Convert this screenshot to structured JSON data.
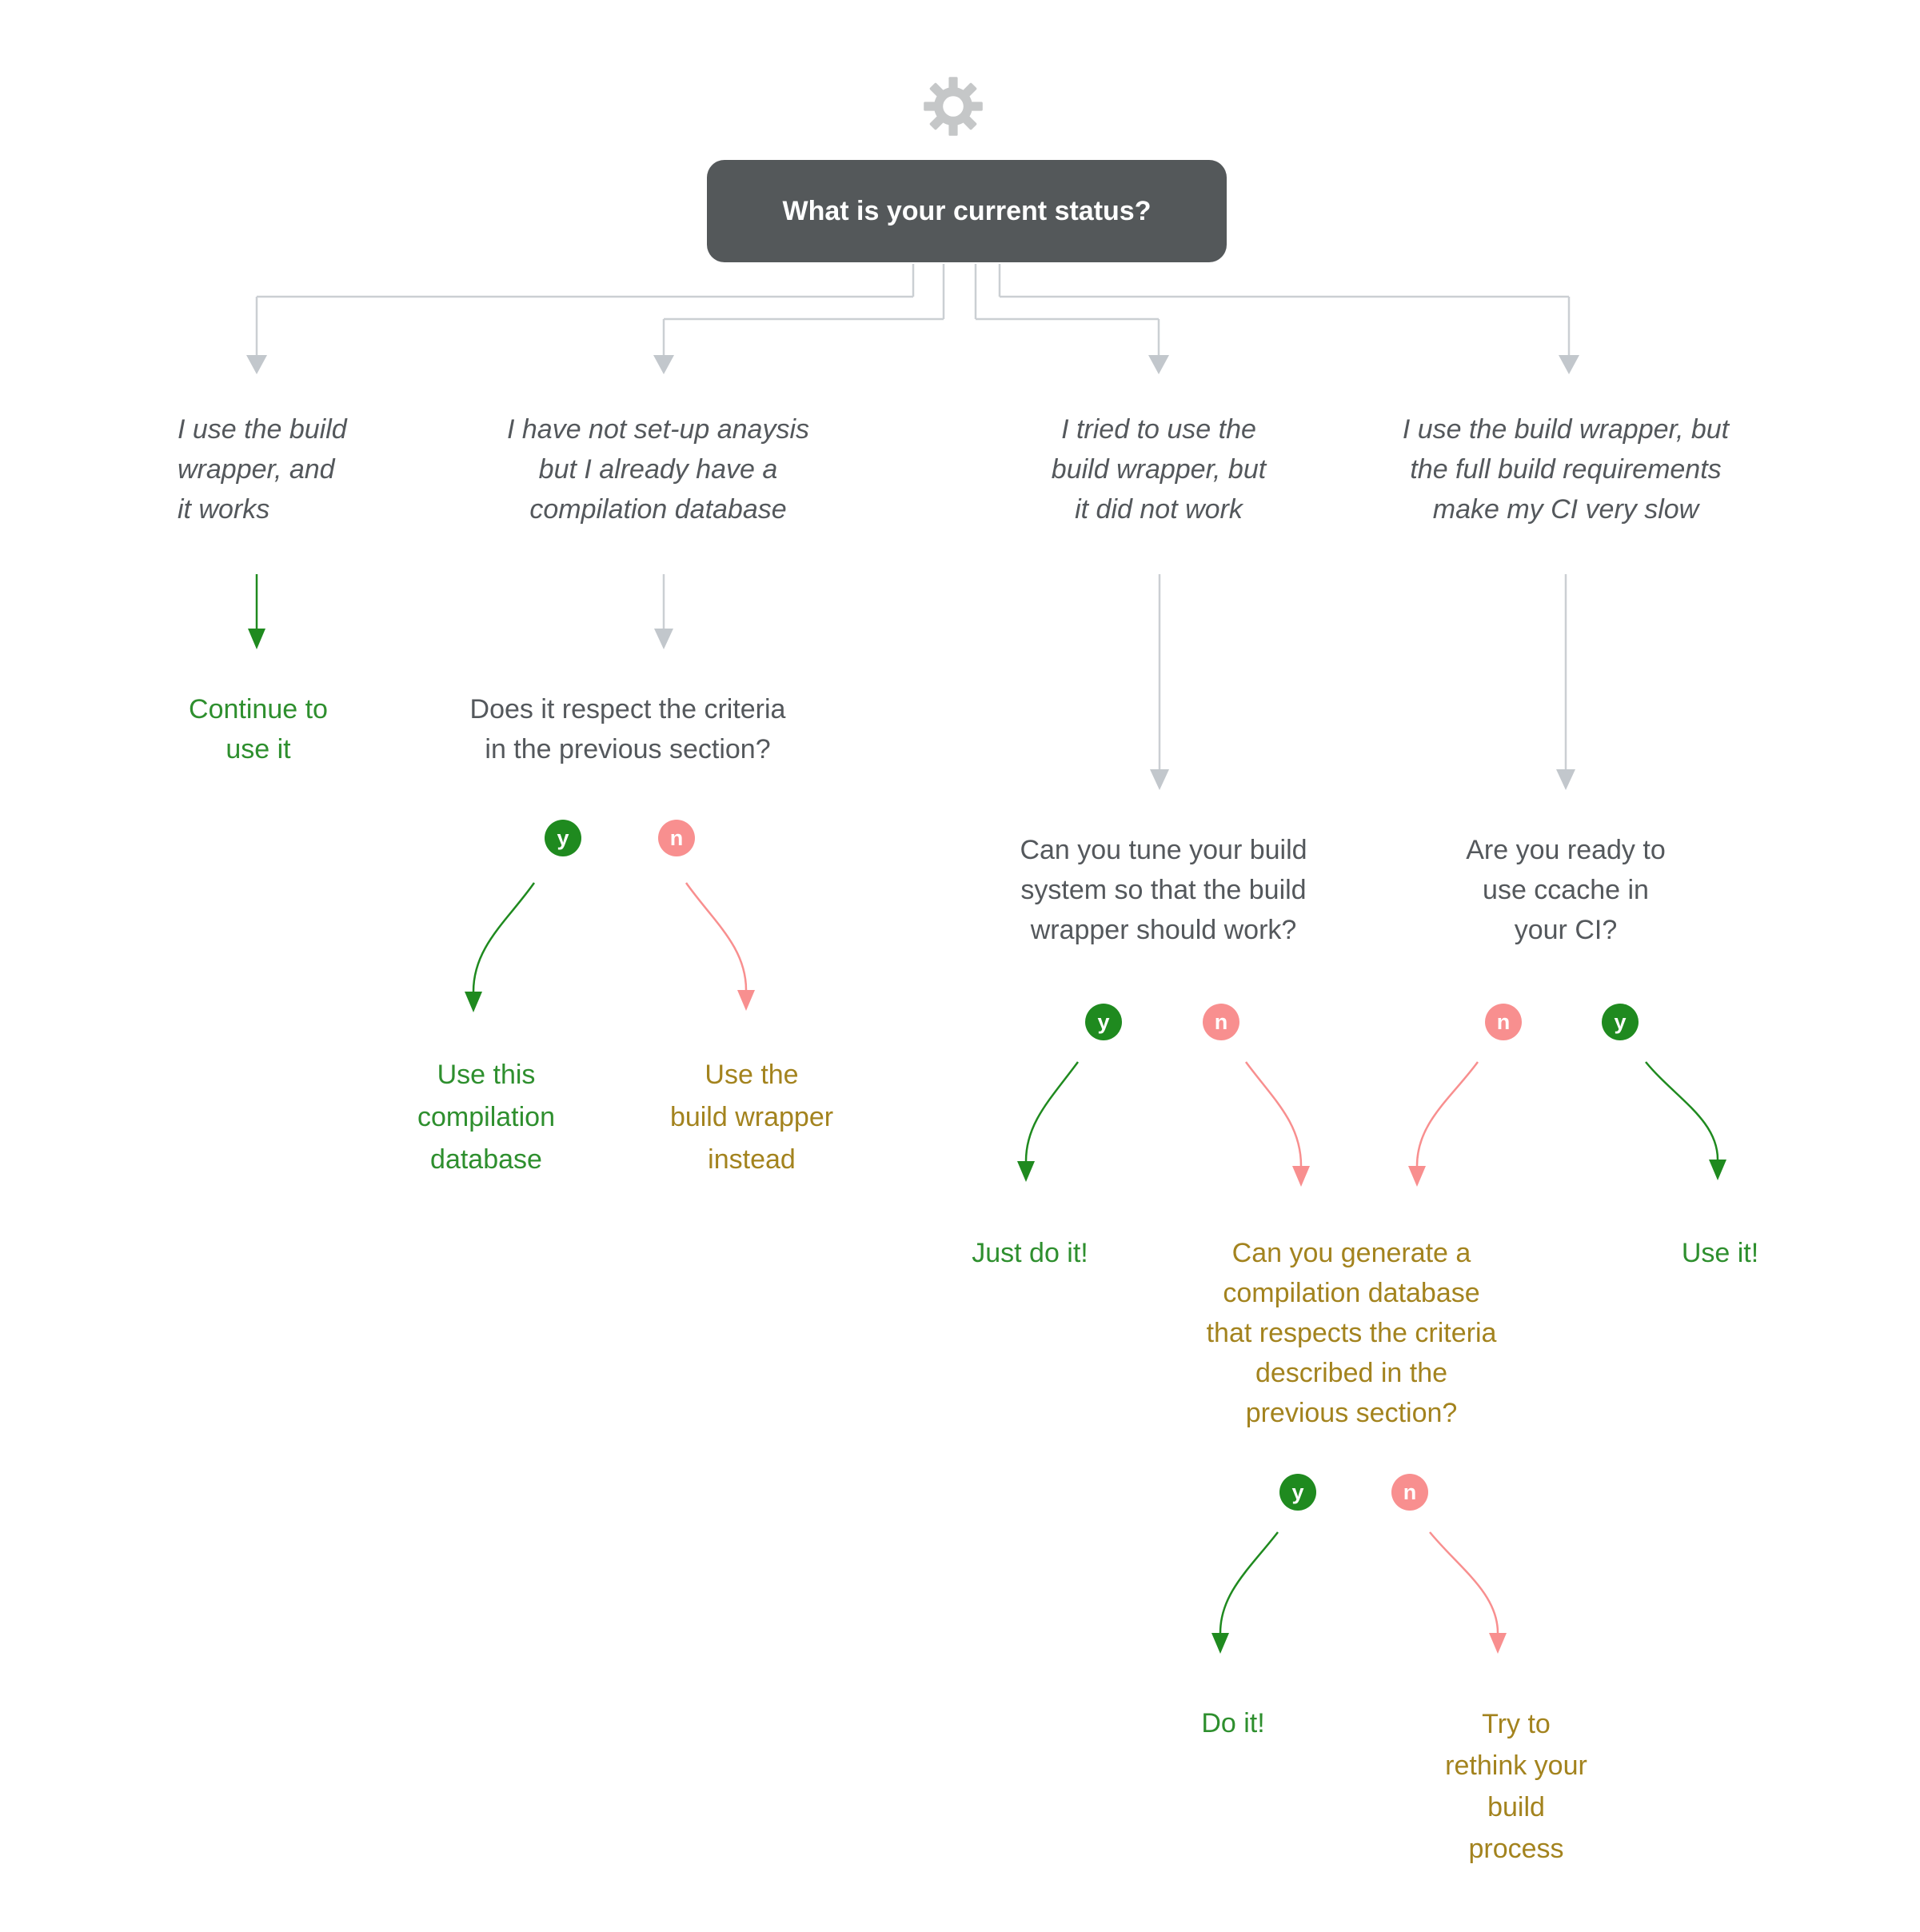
{
  "diagram": {
    "root_question": "What is your current status?",
    "badge_yes": "y",
    "badge_no": "n",
    "branches": {
      "b1": "I use the build\nwrapper, and\nit works",
      "b2": "I have not set-up anaysis\nbut I already have a\ncompilation database",
      "b3": "I tried to use the\nbuild wrapper, but\nit did not work",
      "b4": "I use the build wrapper, but\nthe full build requirements\nmake my CI very slow"
    },
    "nodes": {
      "continue": "Continue to\nuse it",
      "criteria_question": "Does it respect the criteria\nin the previous section?",
      "use_db": "Use this\ncompilation\ndatabase",
      "use_wrapper": "Use the\nbuild wrapper\ninstead",
      "tune_question": "Can you tune your build\nsystem so that the build\nwrapper should work?",
      "ccache_question": "Are you ready to\nuse ccache in\nyour CI?",
      "just_do_it": "Just do it!",
      "generate_question": "Can you generate a\ncompilation database\nthat respects the criteria\ndescribed in the\nprevious section?",
      "use_it": "Use it!",
      "do_it": "Do it!",
      "rethink": "Try to\nrethink your\nbuild\nprocess"
    }
  },
  "colors": {
    "green_badge": "#1f8a1f",
    "green_arrow": "#1f8a1f",
    "green_text": "#2e8f2e",
    "pink": "#f88f8f",
    "olive": "#a3831e",
    "text_dark": "#54585c",
    "line_gray": "#cbcfd3",
    "arrow_gray": "#c2c7cc",
    "box_bg": "#54585a",
    "box_text": "#ffffff",
    "gear_gray": "#c5c7c8"
  }
}
